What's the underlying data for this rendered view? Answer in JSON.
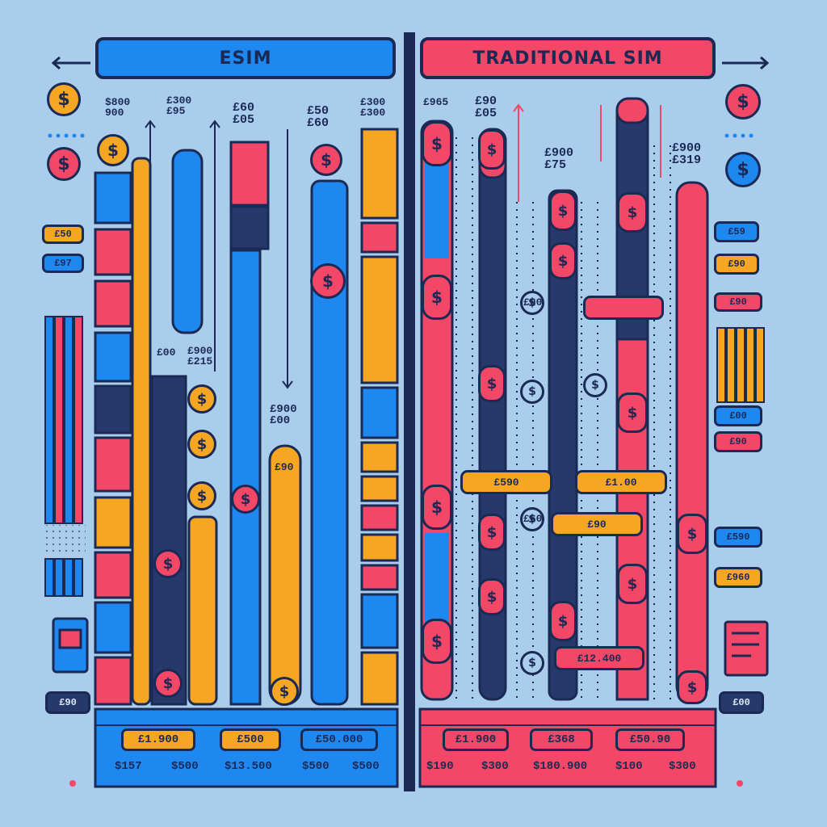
{
  "headers": {
    "esim": "ESIM",
    "traditional": "TRADITIONAL SIM"
  },
  "colors": {
    "background": "#a9cdea",
    "blue": "#1e88f0",
    "red": "#f24766",
    "orange": "#f5a623",
    "navy": "#1b2a55",
    "dark_navy": "#253a6b"
  },
  "icons": {
    "dollar": "dollar-coin-icon",
    "arrow": "arrow-icon",
    "sim": "sim-card-icon"
  },
  "esim_labels": [
    "$800\n900",
    "£300\n£95",
    "£60\n£05",
    "£50\n£60",
    "£300\n£300",
    "£00",
    "£900\n£215",
    "£900\n£00",
    "£90"
  ],
  "trad_labels": [
    "£965",
    "£90\n£05",
    "£900\n£75",
    "£900\n£319",
    "£00",
    "£60"
  ],
  "left_tags": [
    "£50",
    "£97"
  ],
  "right_tags": [
    "£59",
    "£90",
    "£90",
    "£00",
    "£90",
    "£590",
    "£960"
  ],
  "mid_pills": [
    "£590",
    "£1.00",
    "£90",
    "£12.400"
  ],
  "esim_bottom_values": [
    "£1.900",
    "£500",
    "£50.000"
  ],
  "esim_bottom_sub": [
    "$157",
    "$500",
    "$13.500",
    "$500",
    "$500"
  ],
  "trad_bottom_values": [
    "£1.900",
    "£368",
    "£50.90"
  ],
  "trad_bottom_sub": [
    "$190",
    "$300",
    "$180.900",
    "$100",
    "$300"
  ],
  "corner_tags": [
    "£90",
    "£00"
  ]
}
